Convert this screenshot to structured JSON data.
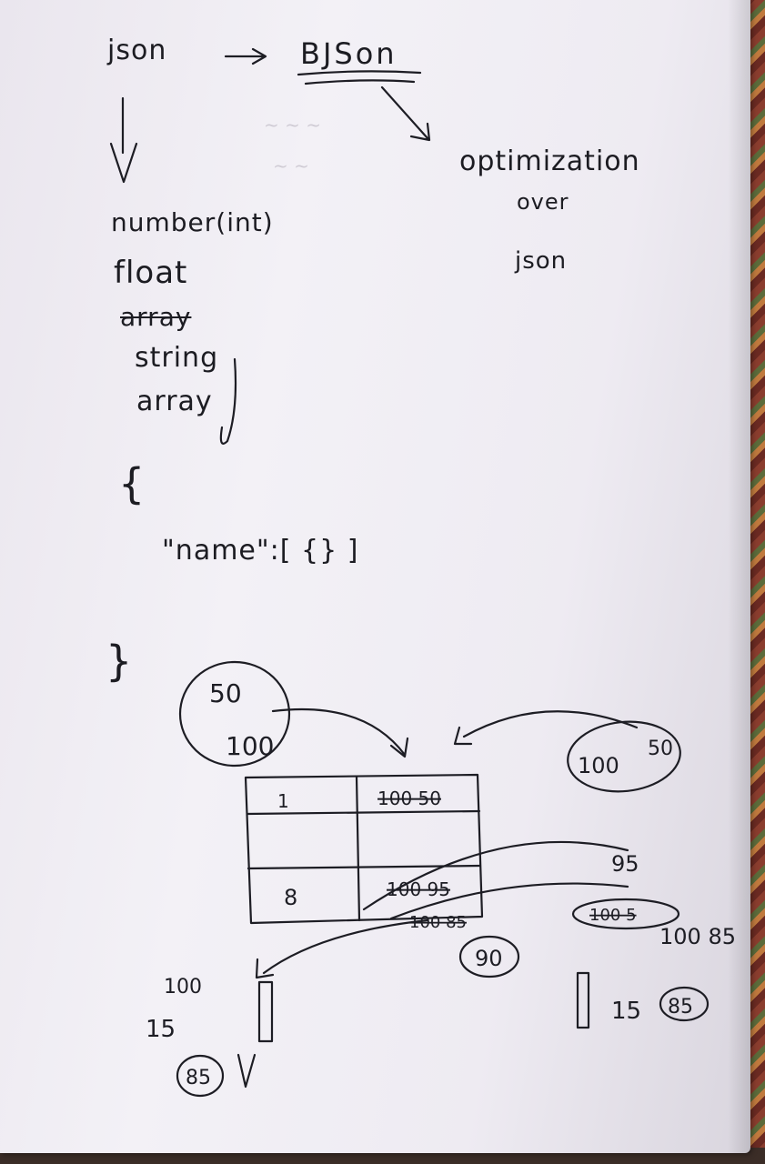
{
  "notes": {
    "heading_left": "json",
    "heading_right": "BJSon",
    "optimization": "optimization",
    "over": "over",
    "json_small": "json",
    "types": [
      "number(int)",
      "float",
      "array",
      "string",
      "array"
    ],
    "brace_open": "{",
    "key_line": "\"name\":[ {} ]",
    "brace_close": "}"
  },
  "diagram": {
    "left_bubble": [
      "50",
      "100"
    ],
    "right_bubble": [
      "100",
      "50"
    ],
    "table": {
      "row1_col1": "1",
      "row1_col2": "100 50",
      "row3_col1": "8",
      "row3_col2": "100 95",
      "row3_extra": "100 85",
      "row3_circled": "90"
    },
    "right_values": [
      "95",
      "100 5",
      "100 85",
      "15",
      "85"
    ],
    "bottom_left_values": [
      "100",
      "15",
      "85"
    ]
  },
  "colors": {
    "ink": "#1d1d24",
    "paper": "#f1eff4",
    "fabric": "#8a3d2e"
  }
}
